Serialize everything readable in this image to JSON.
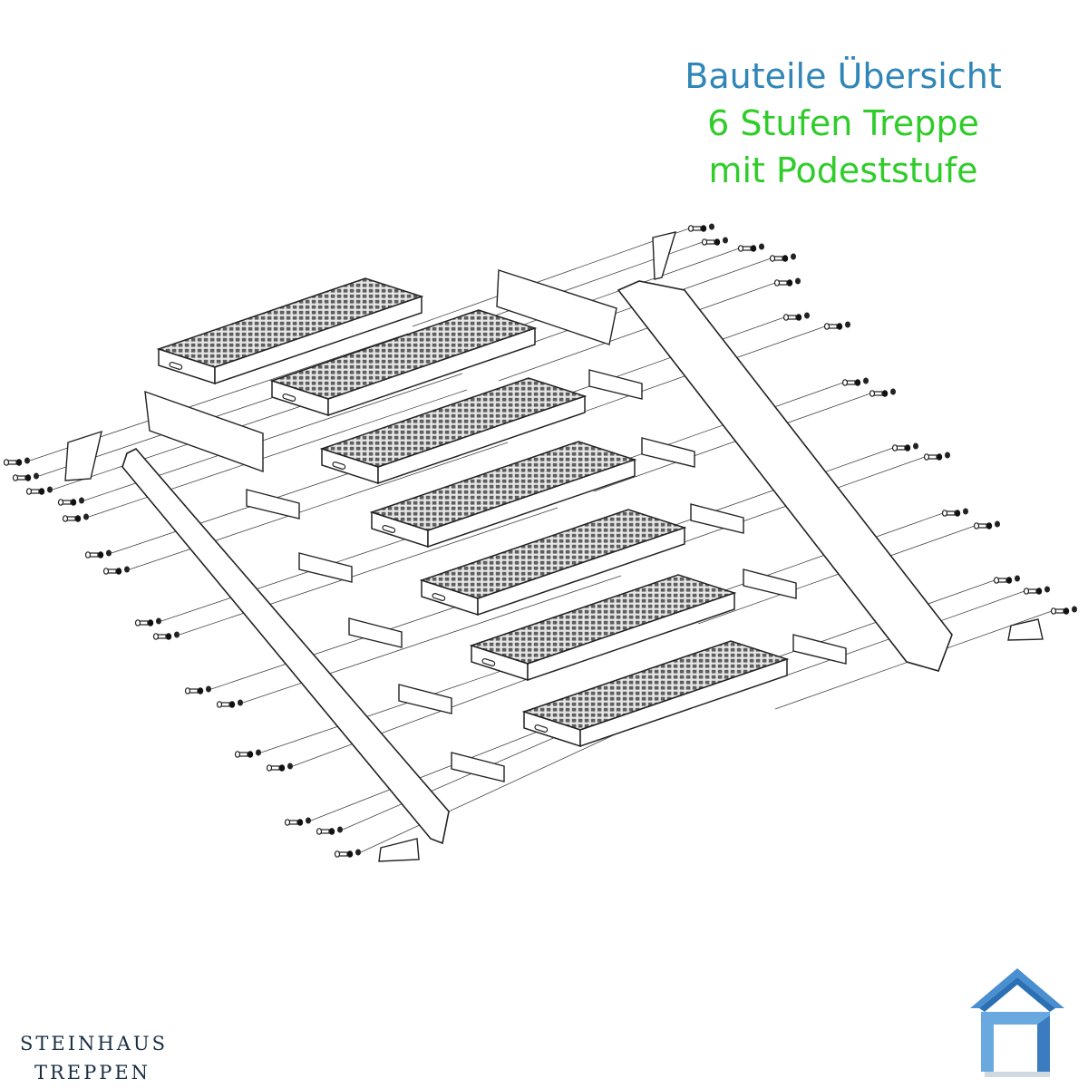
{
  "title": {
    "line1": "Bauteile Übersicht",
    "line2": "6 Stufen Treppe",
    "line3": "mit Podeststufe"
  },
  "brand": {
    "line1": "STEINHAUS",
    "line2": "TREPPEN"
  },
  "colors": {
    "title_blue": "#2f86b7",
    "title_green": "#2fcc2a",
    "line": "#222222",
    "grating_fill": "#7a7a7a",
    "logo_blue": "#4a8fd0",
    "brand_text": "#1a2f44"
  },
  "icons": [
    "house-logo-icon"
  ],
  "parts": {
    "step_count": 6,
    "landing_step_count": 1
  }
}
